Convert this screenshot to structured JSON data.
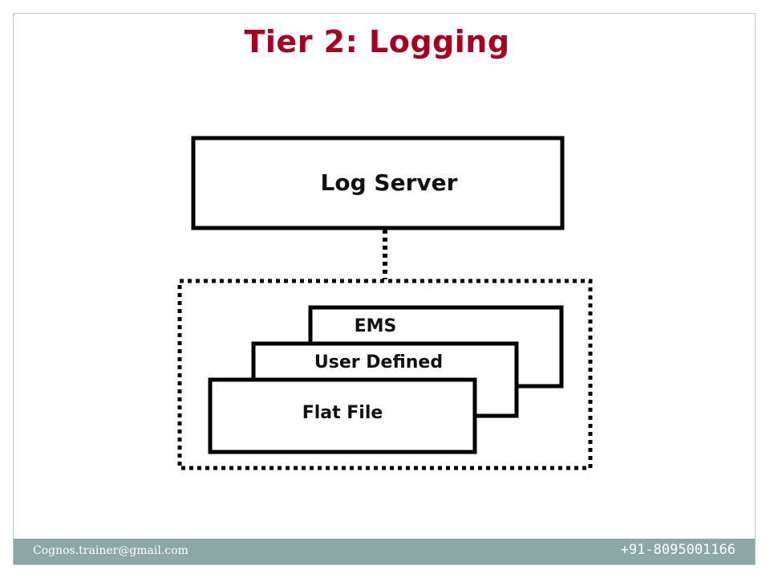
{
  "slide": {
    "title": "Tier 2: Logging"
  },
  "diagram": {
    "log_server_label": "Log Server",
    "log_targets": [
      {
        "label": "EMS"
      },
      {
        "label": "User Defined"
      },
      {
        "label": "Flat File"
      }
    ]
  },
  "footer": {
    "email": "Cognos.trainer@gmail.com",
    "phone": "+91-8095001166"
  },
  "colors": {
    "title": "#a50021",
    "footer_bar": "#8ba8a7",
    "frame_border": "#b9c7c6",
    "diagram_stroke": "#000000"
  }
}
